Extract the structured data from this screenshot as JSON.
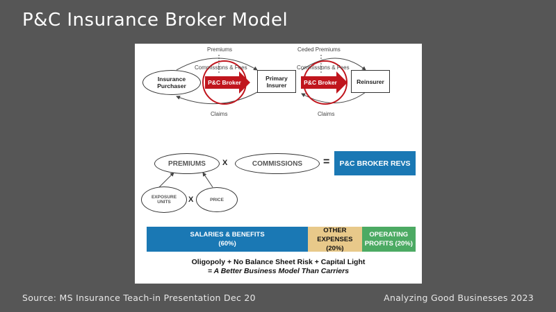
{
  "title": "P&C Insurance Broker Model",
  "footer": {
    "source": "Source: MS Insurance Teach-in Presentation Dec 20",
    "credit": "Analyzing Good Businesses 2023"
  },
  "flow": {
    "purchaser": "Insurance Purchaser",
    "broker_1": "P&C Broker",
    "primary": "Primary Insurer",
    "broker_2": "P&C Broker",
    "reinsurer": "Reinsurer",
    "premiums": "Premiums",
    "commissions_1": "Commissions & Fees",
    "claims_1": "Claims",
    "ceded": "Ceded Premiums",
    "commissions_2": "Commissions & Fees",
    "claims_2": "Claims"
  },
  "equation": {
    "premiums": "PREMIUMS",
    "times": "X",
    "commissions": "COMMISSIONS",
    "equals": "=",
    "revs": "P&C BROKER REVS",
    "exposure": "EXPOSURE UNITS",
    "times_2": "X",
    "price": "PRICE"
  },
  "cost_bar": {
    "segments": [
      {
        "label": "SALARIES & BENEFITS",
        "pct_label": "(60%)",
        "share": 0.6,
        "color": "#1a78b4",
        "text_color": "#ffffff"
      },
      {
        "label": "OTHER",
        "pct_label": "EXPENSES (20%)",
        "share": 0.2,
        "color": "#e8c98a",
        "text_color": "#111111"
      },
      {
        "label": "OPERATING",
        "pct_label": "PROFITS (20%)",
        "share": 0.2,
        "color": "#4caa63",
        "text_color": "#ffffff"
      }
    ]
  },
  "tagline": {
    "line1": "Oligopoly + No Balance Sheet Risk + Capital Light",
    "line2": "= A Better Business Model Than Carriers"
  },
  "colors": {
    "broker_red": "#c0151d",
    "revs_blue": "#1a78b4",
    "background": "#565656"
  }
}
